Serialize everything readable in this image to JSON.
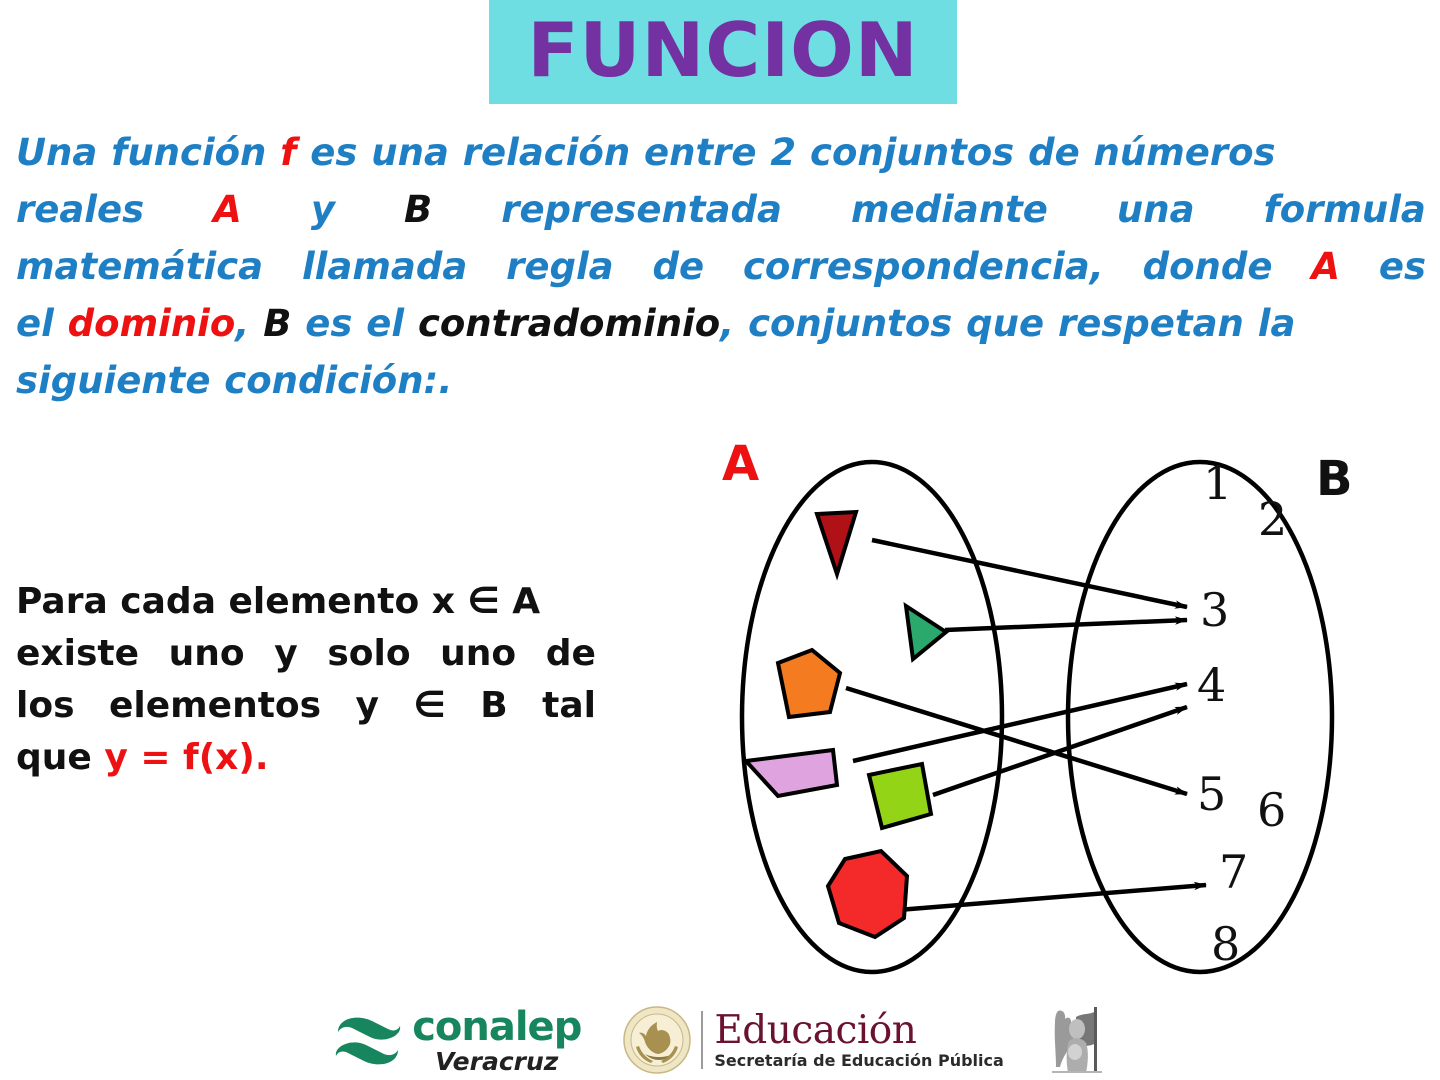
{
  "title": {
    "text": "FUNCION",
    "background_color": "#6FDEE2",
    "text_color": "#7331A2"
  },
  "definition": {
    "color_default": "#1F7FC4",
    "color_red": "#EE1111",
    "color_black": "#111111",
    "segments": [
      {
        "text": "Una función ",
        "color": "default"
      },
      {
        "text": "f",
        "color": "red"
      },
      {
        "text": " es una relación entre 2 conjuntos de números reales ",
        "color": "default"
      },
      {
        "text": "A",
        "color": "red"
      },
      {
        "text": " y ",
        "color": "default"
      },
      {
        "text": "B",
        "color": "black"
      },
      {
        "text": " representada mediante una formula matemática llamada regla de correspondencia, donde ",
        "color": "default"
      },
      {
        "text": "A",
        "color": "red"
      },
      {
        "text": " es el ",
        "color": "default"
      },
      {
        "text": "dominio",
        "color": "red"
      },
      {
        "text": ", ",
        "color": "default"
      },
      {
        "text": "B",
        "color": "black"
      },
      {
        "text": " es el ",
        "color": "default"
      },
      {
        "text": "contradominio",
        "color": "black"
      },
      {
        "text": ", conjuntos que respetan la siguiente condición:.",
        "color": "default"
      }
    ],
    "line1_a": "Una función ",
    "f": "f",
    "line1_b": " es una relación entre 2 conjuntos de números",
    "line2_a": "reales",
    "A1": "A",
    "line2_b": "y",
    "B1": "B",
    "line2_c": "representada",
    "line2_d": "mediante",
    "line2_e": "una",
    "line2_f": "formula",
    "line3_a": "matemática",
    "line3_b": "llamada",
    "line3_c": "regla",
    "line3_d": "de",
    "line3_e": "correspondencia,",
    "line3_f": "donde",
    "A2": "A",
    "line3_g": "es",
    "line4_a": "el ",
    "dominio": "dominio",
    "line4_b": ", ",
    "B2": "B",
    "line4_c": " es el ",
    "contradominio": "contradominio",
    "line4_d": ", conjuntos que respetan la",
    "line5": "siguiente condición:."
  },
  "condition": {
    "color_default": "#111111",
    "color_formula": "#EE1111",
    "full_text": "Para cada elemento x ∈ A existe uno y solo uno de los elementos y ∈ B tal que y = f(x).",
    "line1": "Para cada elemento x ∈ A",
    "line2_a": "existe",
    "line2_b": "uno",
    "line2_c": "y",
    "line2_d": "solo",
    "line2_e": "uno",
    "line2_f": "de",
    "line3_a": "los",
    "line3_b": "elementos",
    "line3_c": "y",
    "line3_d": "∈",
    "line3_e": "B",
    "line3_f": "tal",
    "line4_prefix": "que ",
    "formula": "y = f(x)."
  },
  "diagram": {
    "set_a": {
      "label": "A",
      "label_color": "#EE1111",
      "elements": [
        {
          "name": "dark-red-triangle",
          "shape": "triangle-down",
          "color": "#B01116"
        },
        {
          "name": "green-triangle",
          "shape": "triangle-left",
          "color": "#2BA86B"
        },
        {
          "name": "orange-pentagon",
          "shape": "pentagon",
          "color": "#F47B20"
        },
        {
          "name": "violet-trapezoid",
          "shape": "trapezoid",
          "color": "#DFA4E0"
        },
        {
          "name": "lime-square",
          "shape": "square-rotated",
          "color": "#93D416"
        },
        {
          "name": "red-heptagon",
          "shape": "heptagon",
          "color": "#F42A2A"
        }
      ]
    },
    "set_b": {
      "label": "B",
      "label_color": "#111111",
      "numbers": [
        "1",
        "2",
        "3",
        "4",
        "5",
        "6",
        "7",
        "8"
      ]
    },
    "mappings": [
      {
        "from": "dark-red-triangle",
        "to": "3"
      },
      {
        "from": "green-triangle",
        "to": "3"
      },
      {
        "from": "orange-pentagon",
        "to": "5"
      },
      {
        "from": "violet-trapezoid",
        "to": "4"
      },
      {
        "from": "lime-square",
        "to": "4"
      },
      {
        "from": "red-heptagon",
        "to": "7"
      }
    ]
  },
  "footer": {
    "conalep": {
      "name": "conalep",
      "subtitle": "Veracruz",
      "name_color": "#17855E"
    },
    "educacion": {
      "name": "Educación",
      "subtitle": "Secretaría de Educación Pública",
      "name_color": "#6B1230"
    },
    "emblem": {
      "name": "flag-bearer-emblem"
    }
  }
}
